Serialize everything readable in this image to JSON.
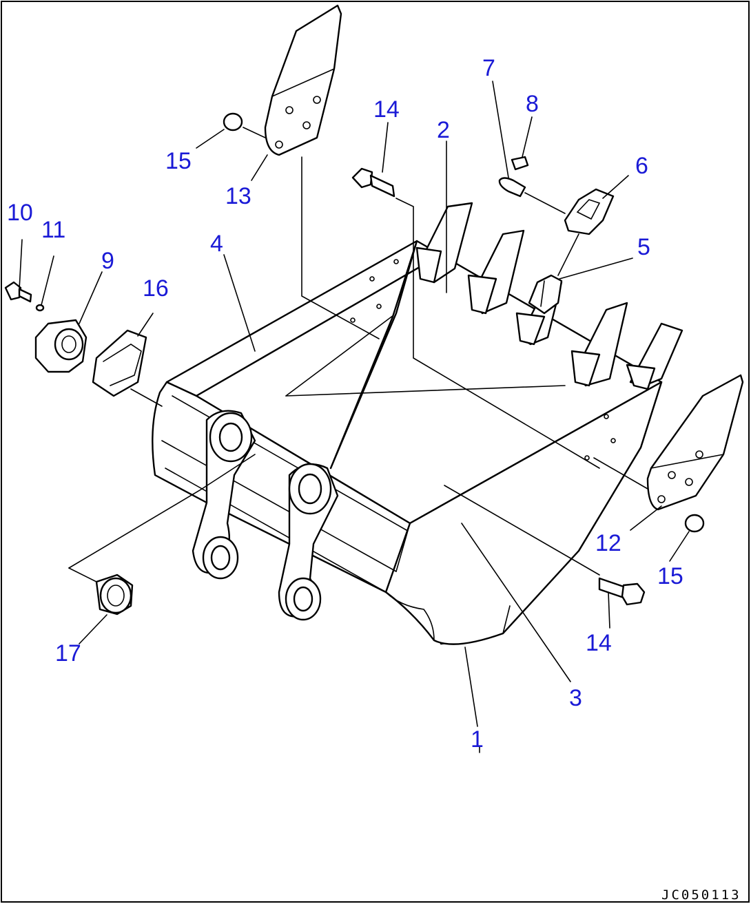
{
  "callouts": {
    "c1": "1",
    "c2": "2",
    "c3": "3",
    "c4": "4",
    "c5": "5",
    "c6": "6",
    "c7": "7",
    "c8": "8",
    "c9": "9",
    "c10": "10",
    "c11": "11",
    "c12": "12",
    "c13": "13",
    "c14a": "14",
    "c14b": "14",
    "c15a": "15",
    "c15b": "15",
    "c16": "16",
    "c17": "17"
  },
  "drawing_code": "JC050113",
  "colors": {
    "callout": "#1a1ad6",
    "line": "#000000",
    "background": "#ffffff"
  }
}
